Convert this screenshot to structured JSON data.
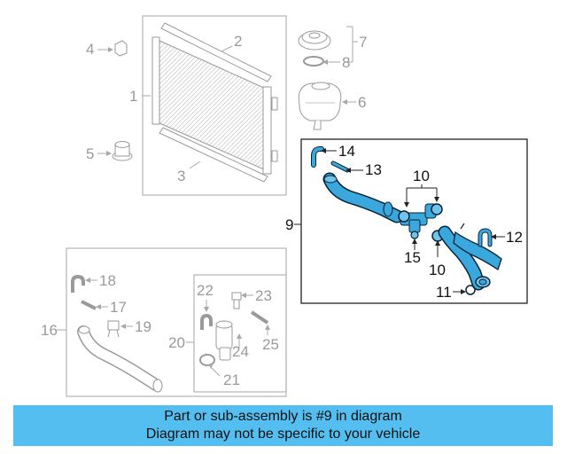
{
  "callouts": {
    "c1": "1",
    "c2": "2",
    "c3": "3",
    "c4": "4",
    "c5": "5",
    "c6": "6",
    "c7": "7",
    "c8": "8",
    "c9": "9",
    "c10a": "10",
    "c10b": "10",
    "c11": "11",
    "c12": "12",
    "c13": "13",
    "c14": "14",
    "c15": "15",
    "c16": "16",
    "c17": "17",
    "c18": "18",
    "c19": "19",
    "c20": "20",
    "c21": "21",
    "c22": "22",
    "c23": "23",
    "c24": "24",
    "c25": "25"
  },
  "banner": {
    "line1": "Part or sub-assembly is #9 in diagram",
    "line2": "Diagram may not be specific to your vehicle"
  },
  "colors": {
    "highlight_fill": "#3aa7dd",
    "highlight_stroke": "#0b2233",
    "grey_line": "#a8a8a8",
    "banner_bg": "#55bef0"
  }
}
